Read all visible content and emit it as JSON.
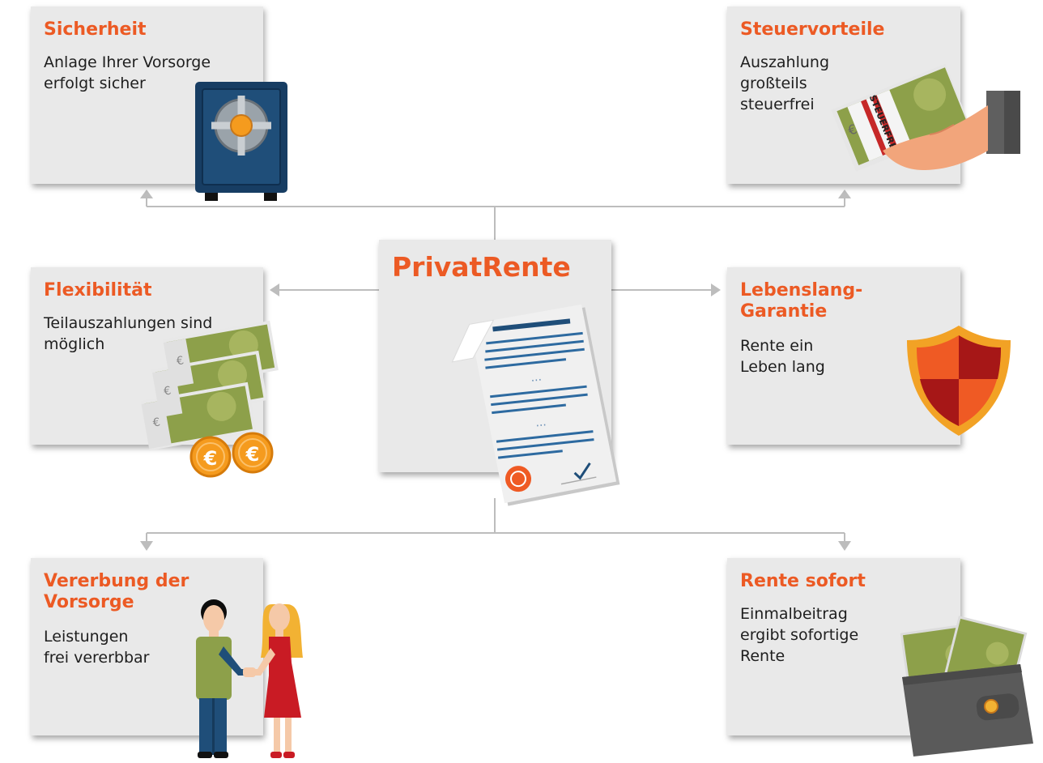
{
  "center": {
    "title": "PrivatRente"
  },
  "cards": {
    "sicherheit": {
      "title": "Sicherheit",
      "desc": [
        "Anlage Ihrer Vorsorge",
        "erfolgt sicher"
      ]
    },
    "steuer": {
      "title": "Steuervorteile",
      "desc": [
        "Auszahlung",
        "großteils",
        "steuerfrei"
      ],
      "banknote_label": "STEUERFREI"
    },
    "flexibilitaet": {
      "title": "Flexibilität",
      "desc": [
        "Teilauszahlungen sind",
        "möglich"
      ]
    },
    "garantie": {
      "title": [
        "Lebenslang-",
        "Garantie"
      ],
      "desc": [
        "Rente ein",
        "Leben lang"
      ]
    },
    "vererbung": {
      "title": [
        "Vererbung der",
        "Vorsorge"
      ],
      "desc": [
        "Leistungen",
        "frei vererbbar"
      ]
    },
    "sofort": {
      "title": "Rente sofort",
      "desc": [
        "Einmalbeitrag",
        "ergibt sofortige",
        "Rente"
      ]
    }
  },
  "currency_symbol": "€",
  "document_ellipsis": "...",
  "icons": [
    "safe-icon",
    "money-hand-icon",
    "banknotes-icon",
    "euro-coin-icon",
    "shield-icon",
    "document-icon",
    "handshake-people-icon",
    "wallet-icon",
    "arrow-up-icon",
    "arrow-left-icon",
    "arrow-right-icon",
    "arrow-down-icon"
  ],
  "colors": {
    "accent": "#ec5a24",
    "card_bg": "#e9e9e9",
    "text": "#1e1e1e",
    "connector": "#bdbdbd",
    "money_green": "#8da04a",
    "safe_blue": "#1f4e79",
    "doc_lines": "#1f4e79",
    "shield_red": "#b01c1c",
    "shield_orange": "#ef5a24",
    "coin_orange": "#f59b1e"
  }
}
